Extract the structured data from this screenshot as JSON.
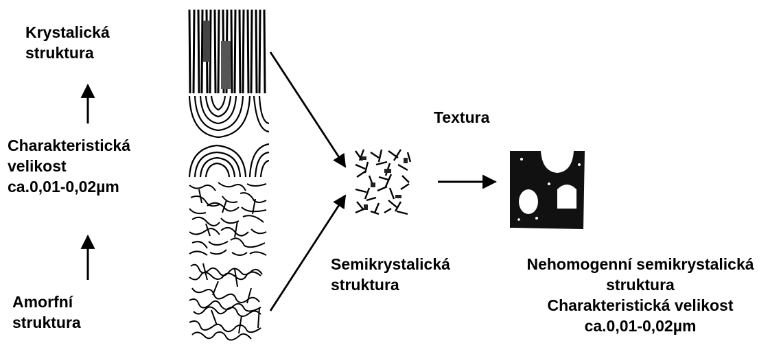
{
  "left_column": {
    "crystalline": [
      "Krystalická",
      "struktura"
    ],
    "characteristic": [
      "Charakteristická",
      "velikost",
      "ca.0,01-0,02µm"
    ],
    "amorphous": [
      "Amorfní",
      "struktura"
    ]
  },
  "texture_label": "Textura",
  "semicrystalline": [
    "Semikrystalická",
    "struktura"
  ],
  "inhomogeneous": [
    "Nehomogenní semikrystalická",
    "struktura",
    "Charakteristická velikost",
    "ca.0,01-0,02µm"
  ],
  "colors": {
    "ink": "#000000",
    "background": "#ffffff"
  }
}
